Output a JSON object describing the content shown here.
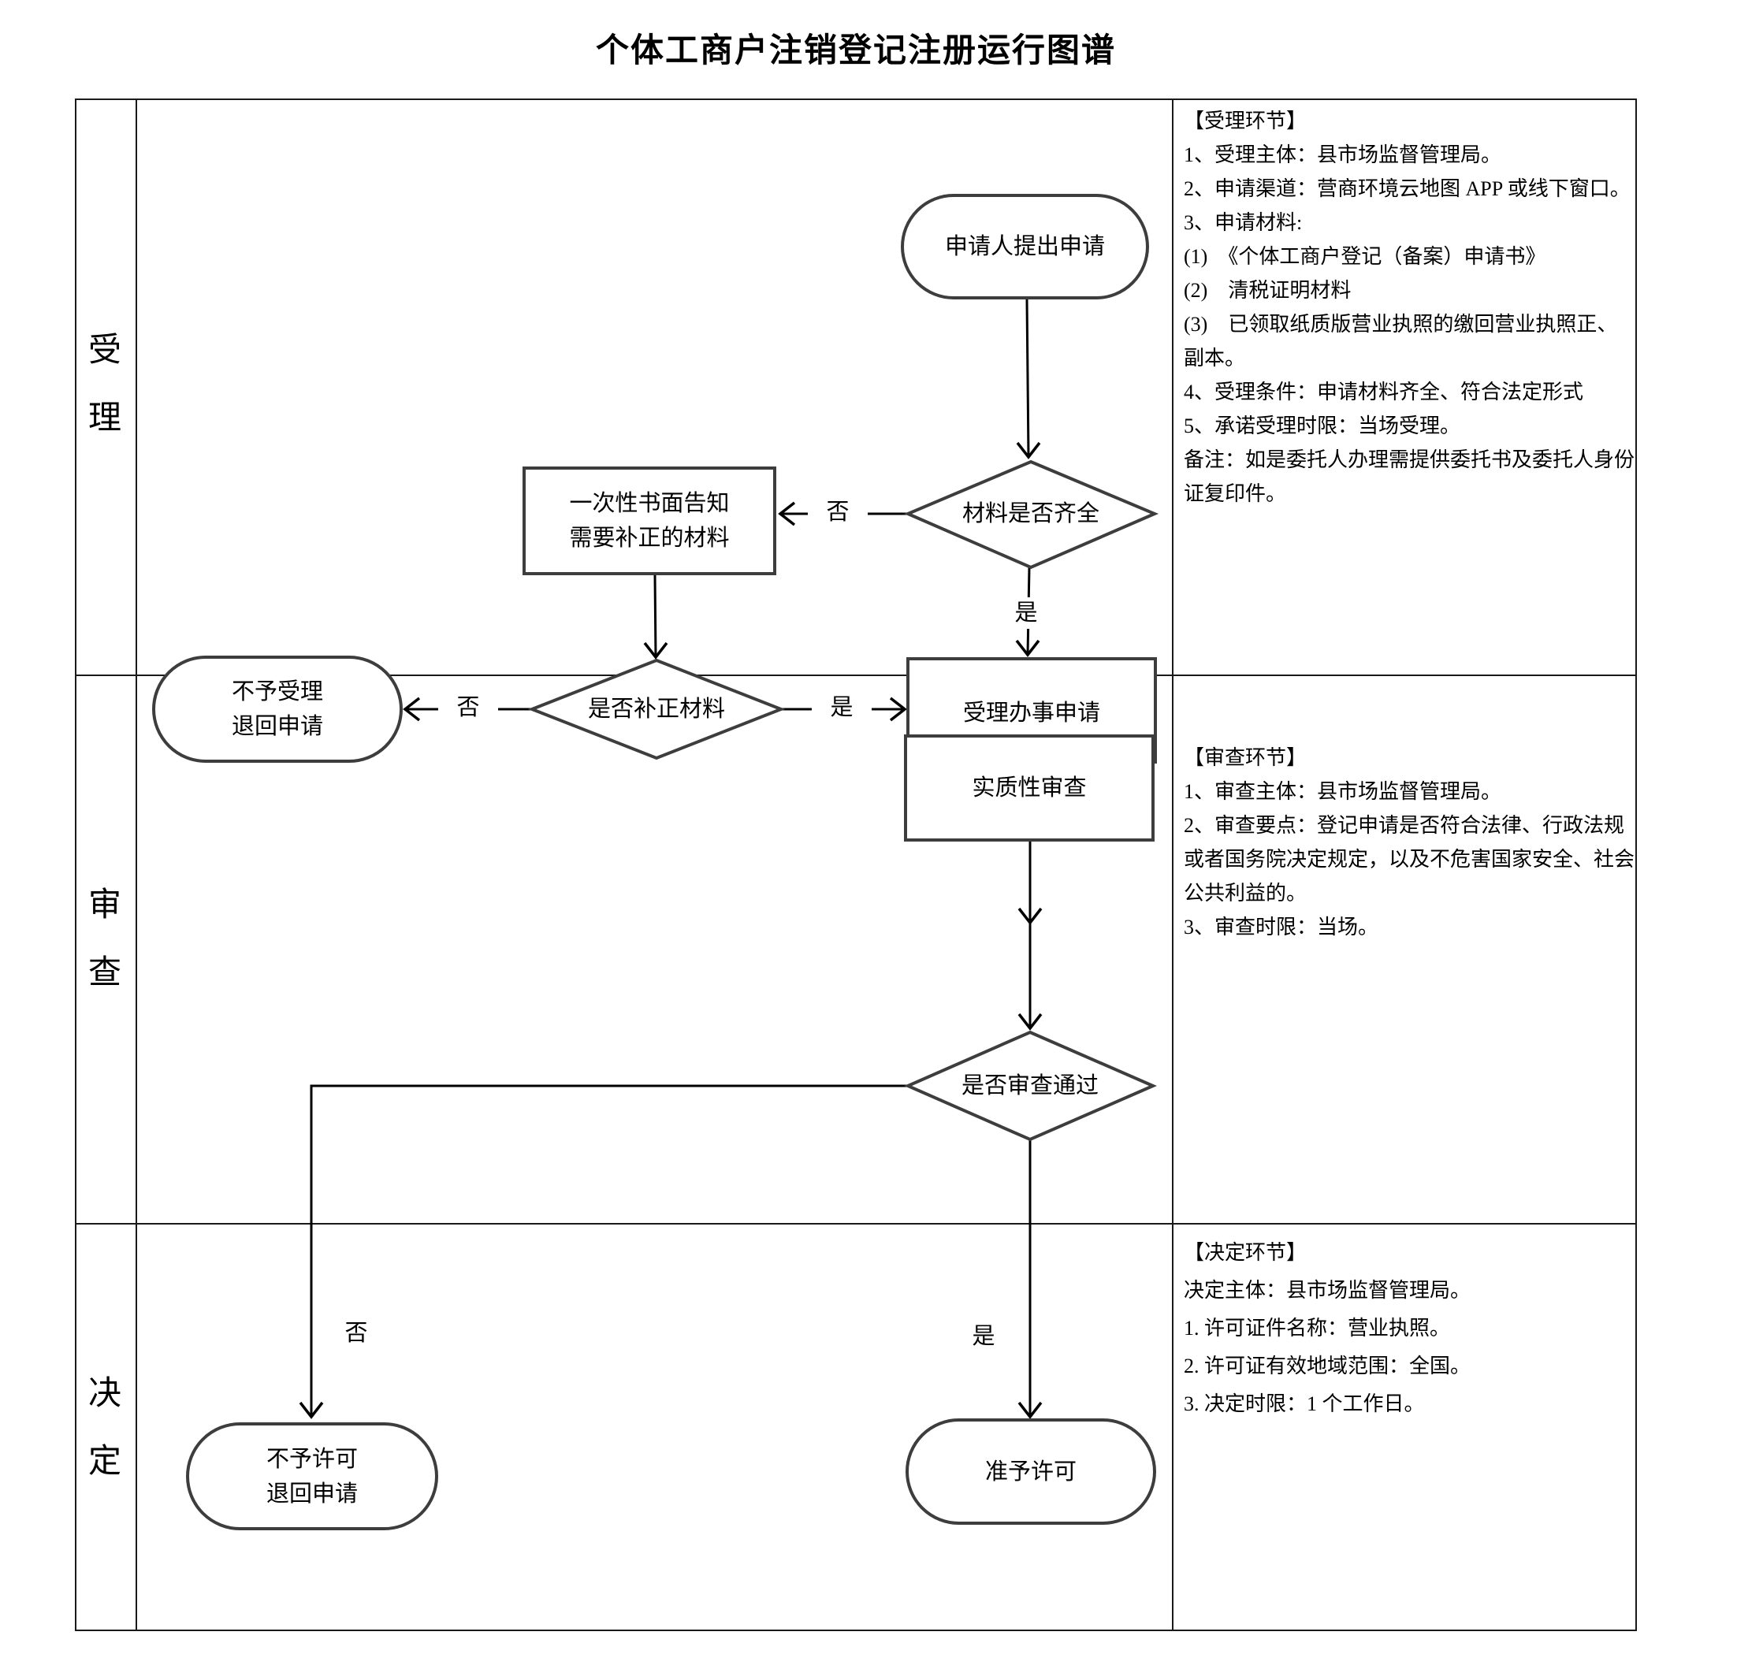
{
  "title": "个体工商户注销登记注册运行图谱",
  "colors": {
    "background": "#ffffff",
    "table_line": "#1a1a1a",
    "shape_stroke": "#3d3d3d",
    "connector": "#000000",
    "text": "#000000"
  },
  "stages": [
    {
      "label": "受理"
    },
    {
      "label": "审查"
    },
    {
      "label": "决定"
    }
  ],
  "flow": {
    "start": "申请人提出申请",
    "decision_materials": "材料是否齐全",
    "notice_line1": "一次性书面告知",
    "notice_line2": "需要补正的材料",
    "decision_supplement": "是否补正材料",
    "not_accept_line1": "不予受理",
    "not_accept_line2": "退回申请",
    "accept_application": "受理办事申请",
    "substantive_review": "实质性审查",
    "decision_review": "是否审查通过",
    "deny_line1": "不予许可",
    "deny_line2": "退回申请",
    "grant": "准予许可",
    "labels": {
      "yes": "是",
      "no": "否"
    }
  },
  "panels": {
    "acceptance": {
      "heading": "【受理环节】",
      "lines": [
        "1、受理主体：县市场监督管理局。",
        "2、申请渠道：营商环境云地图 APP 或线下窗口。",
        "3、申请材料:",
        "(1)　《个体工商户登记（备案）申请书》",
        "(2)　清税证明材料",
        "(3)　已领取纸质版营业执照的缴回营业执照正、副本。",
        "4、受理条件：申请材料齐全、符合法定形式",
        "5、承诺受理时限：当场受理。",
        "备注：如是委托人办理需提供委托书及委托人身份证复印件。"
      ]
    },
    "review": {
      "heading": "【审查环节】",
      "lines": [
        "1、审查主体：县市场监督管理局。",
        "2、审查要点：登记申请是否符合法律、行政法规或者国务院决定规定，以及不危害国家安全、社会公共利益的。",
        "3、审查时限：当场。"
      ]
    },
    "decision": {
      "heading": "【决定环节】",
      "lines": [
        "决定主体：县市场监督管理局。",
        "1. 许可证件名称：营业执照。",
        "2. 许可证有效地域范围：全国。",
        "3. 决定时限：1 个工作日。"
      ]
    }
  }
}
